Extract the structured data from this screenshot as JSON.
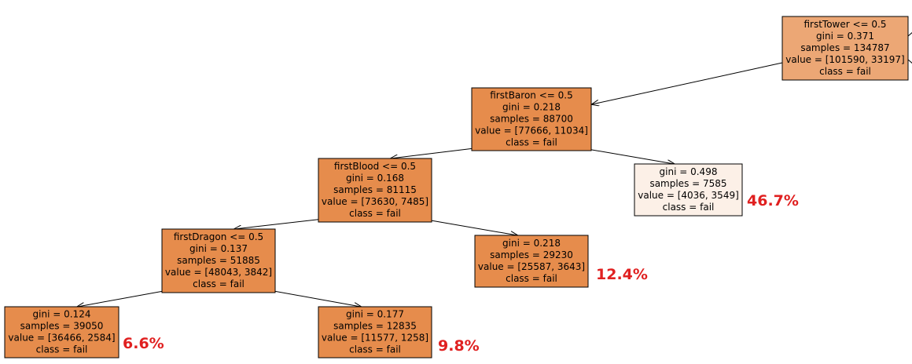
{
  "colors": {
    "node_dark": "#e68c4c",
    "node_light": "#eca775",
    "node_pale": "#fcf0e7",
    "annotation": "#e02020"
  },
  "nodes": [
    {
      "id": "root",
      "lines": [
        "firstTower <= 0.5",
        "gini = 0.371",
        "samples = 134787",
        "value = [101590, 33197]",
        "class = fail"
      ]
    },
    {
      "id": "baron",
      "lines": [
        "firstBaron <= 0.5",
        "gini = 0.218",
        "samples = 88700",
        "value = [77666, 11034]",
        "class = fail"
      ]
    },
    {
      "id": "baron-right",
      "lines": [
        "gini = 0.498",
        "samples = 7585",
        "value = [4036, 3549]",
        "class = fail"
      ]
    },
    {
      "id": "blood",
      "lines": [
        "firstBlood <= 0.5",
        "gini = 0.168",
        "samples = 81115",
        "value = [73630, 7485]",
        "class = fail"
      ]
    },
    {
      "id": "blood-right",
      "lines": [
        "gini = 0.218",
        "samples = 29230",
        "value = [25587, 3643]",
        "class = fail"
      ]
    },
    {
      "id": "dragon",
      "lines": [
        "firstDragon <= 0.5",
        "gini = 0.137",
        "samples = 51885",
        "value = [48043, 3842]",
        "class = fail"
      ]
    },
    {
      "id": "dragon-left",
      "lines": [
        "gini = 0.124",
        "samples = 39050",
        "value = [36466, 2584]",
        "class = fail"
      ]
    },
    {
      "id": "dragon-right",
      "lines": [
        "gini = 0.177",
        "samples = 12835",
        "value = [11577, 1258]",
        "class = fail"
      ]
    }
  ],
  "annotations": [
    {
      "node": "baron-right",
      "text": "46.7%"
    },
    {
      "node": "blood-right",
      "text": "12.4%"
    },
    {
      "node": "dragon-left",
      "text": "6.6%"
    },
    {
      "node": "dragon-right",
      "text": "9.8%"
    }
  ]
}
